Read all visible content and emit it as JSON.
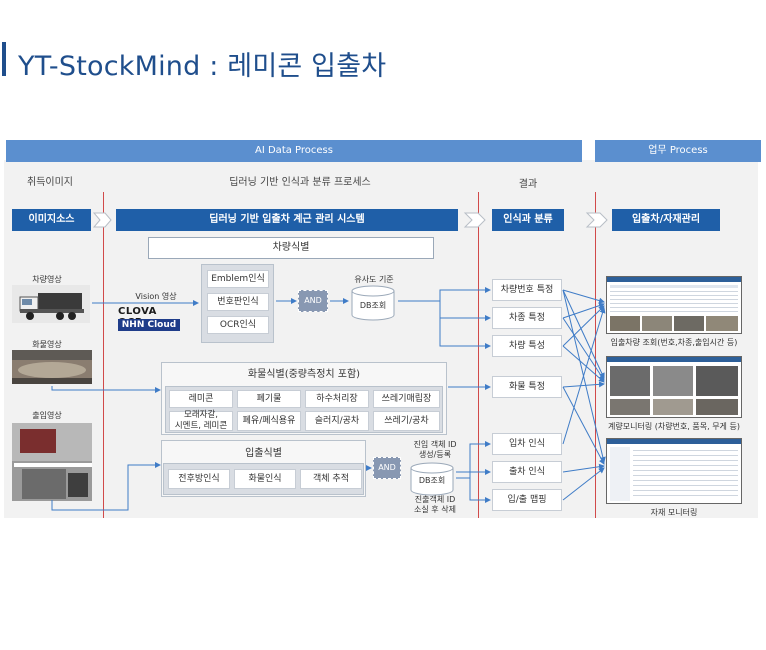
{
  "title": "YT-StockMind : 레미콘 입출차",
  "headers": {
    "ai_process": "AI Data Process",
    "work_process": "업무 Process"
  },
  "columns": {
    "acquired_image": "취득이미지",
    "dl_process": "딥러닝 기반 인식과 분류 프로세스",
    "result": "결과"
  },
  "stages": {
    "image_source": "이미지소스",
    "system": "딥러닝 기반 입출차 계근 관리 시스템",
    "recognize_classify": "인식과 분류",
    "entry_material_mgmt": "입출차/자재관리"
  },
  "sources": {
    "vehicle_video": "차량영상",
    "cargo_video": "화물영상",
    "entry_video": "출입영상"
  },
  "vehicle_id": {
    "title": "차량식별",
    "vision_label": "Vision 영상",
    "clova_ocr": "CLOVA OCR",
    "nhn_cloud": "NHN Cloud",
    "methods": [
      "Emblem인식",
      "번호판인식",
      "OCR인식"
    ],
    "and": "AND",
    "similarity": "유사도 기준",
    "db": "DB조회"
  },
  "cargo_id": {
    "title": "화물식별(중량측정치 포함)",
    "items": [
      "레미콘",
      "폐기물",
      "하수처리장",
      "쓰레기매립장",
      "모래자갈,\n시멘트, 레미콘",
      "폐유/폐식용유",
      "슬러지/공차",
      "쓰레기/공차"
    ]
  },
  "entry_id": {
    "title": "입출식별",
    "items": [
      "전후방인식",
      "화물인식",
      "객체 추적"
    ],
    "and": "AND",
    "db": "DB조회",
    "entry_note": "진입 객체 ID\n생성/등록",
    "exit_note": "진출객체 ID\n소실 후 삭제"
  },
  "results": [
    "차량번호 특정",
    "차종 특정",
    "차량 특성",
    "화물 특정",
    "입차 인식",
    "출차 인식",
    "입/출 맵핑"
  ],
  "monitors": [
    {
      "caption": "입출차량 조회(번호,차종,출입시간 등)"
    },
    {
      "caption": "계량모니터링 (차량번호, 품목, 무게 등)"
    },
    {
      "caption": "자재 모니터링"
    }
  ],
  "colors": {
    "title": "#1f4e8c",
    "header": "#5b8fcf",
    "stage": "#1f5fa8",
    "divider": "#d14a4a",
    "arrow": "#3f7cc7"
  }
}
